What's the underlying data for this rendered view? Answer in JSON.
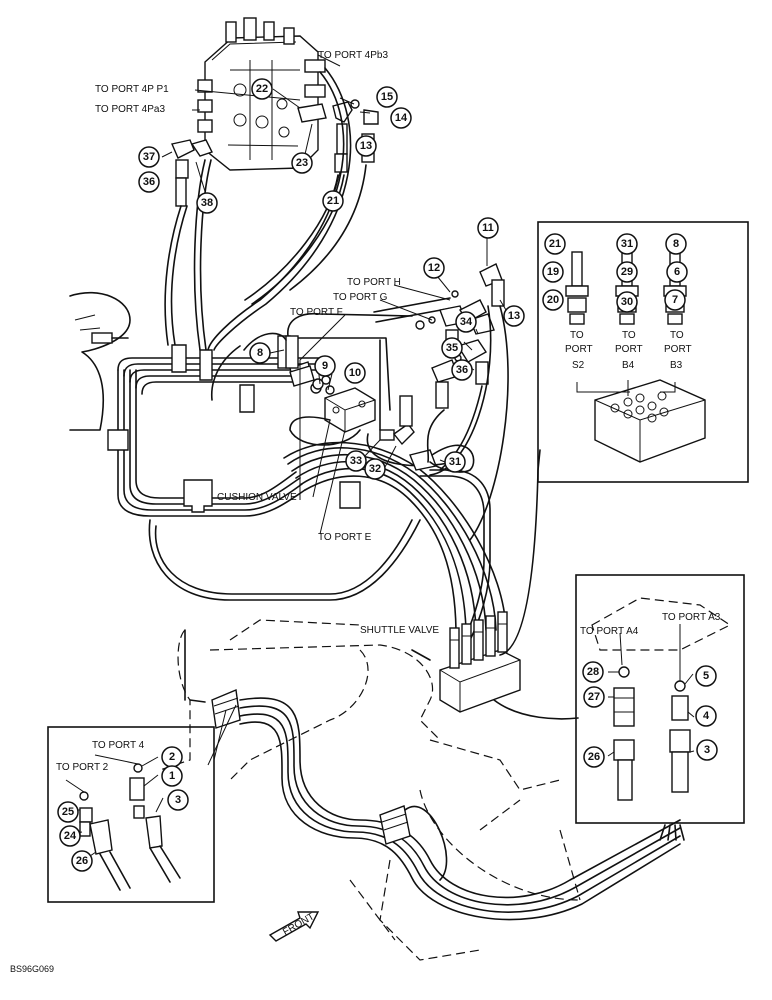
{
  "labels": {
    "to_port_4pb3": "TO PORT 4Pb3",
    "to_port_4pp1": "TO PORT 4P P1",
    "to_port_4pa3": "TO PORT 4Pa3",
    "to_port_h": "TO PORT H",
    "to_port_g": "TO PORT G",
    "to_port_f": "TO PORT F",
    "cushion_valve": "CUSHION VALVE",
    "to_port_e": "TO PORT E",
    "shuttle_valve": "SHUTTLE VALVE",
    "to_port_a4": "TO PORT A4",
    "to_port_a3": "TO PORT A3",
    "to_port_4": "TO PORT 4",
    "to_port_2": "TO PORT 2",
    "front": "FRONT",
    "drawing_code": "BS96G069"
  },
  "inset_right": {
    "to": "TO",
    "port": "PORT",
    "port_s2": "S2",
    "port_b4": "B4",
    "port_b3": "B3"
  },
  "callouts": [
    "22",
    "15",
    "14",
    "37",
    "36",
    "38",
    "23",
    "21",
    "13",
    "11",
    "12",
    "13",
    "8",
    "9",
    "10",
    "35",
    "34",
    "36",
    "33",
    "32",
    "31",
    "21",
    "31",
    "8",
    "19",
    "29",
    "6",
    "20",
    "30",
    "7",
    "28",
    "5",
    "27",
    "4",
    "26",
    "3",
    "2",
    "1",
    "3",
    "25",
    "24",
    "26"
  ]
}
